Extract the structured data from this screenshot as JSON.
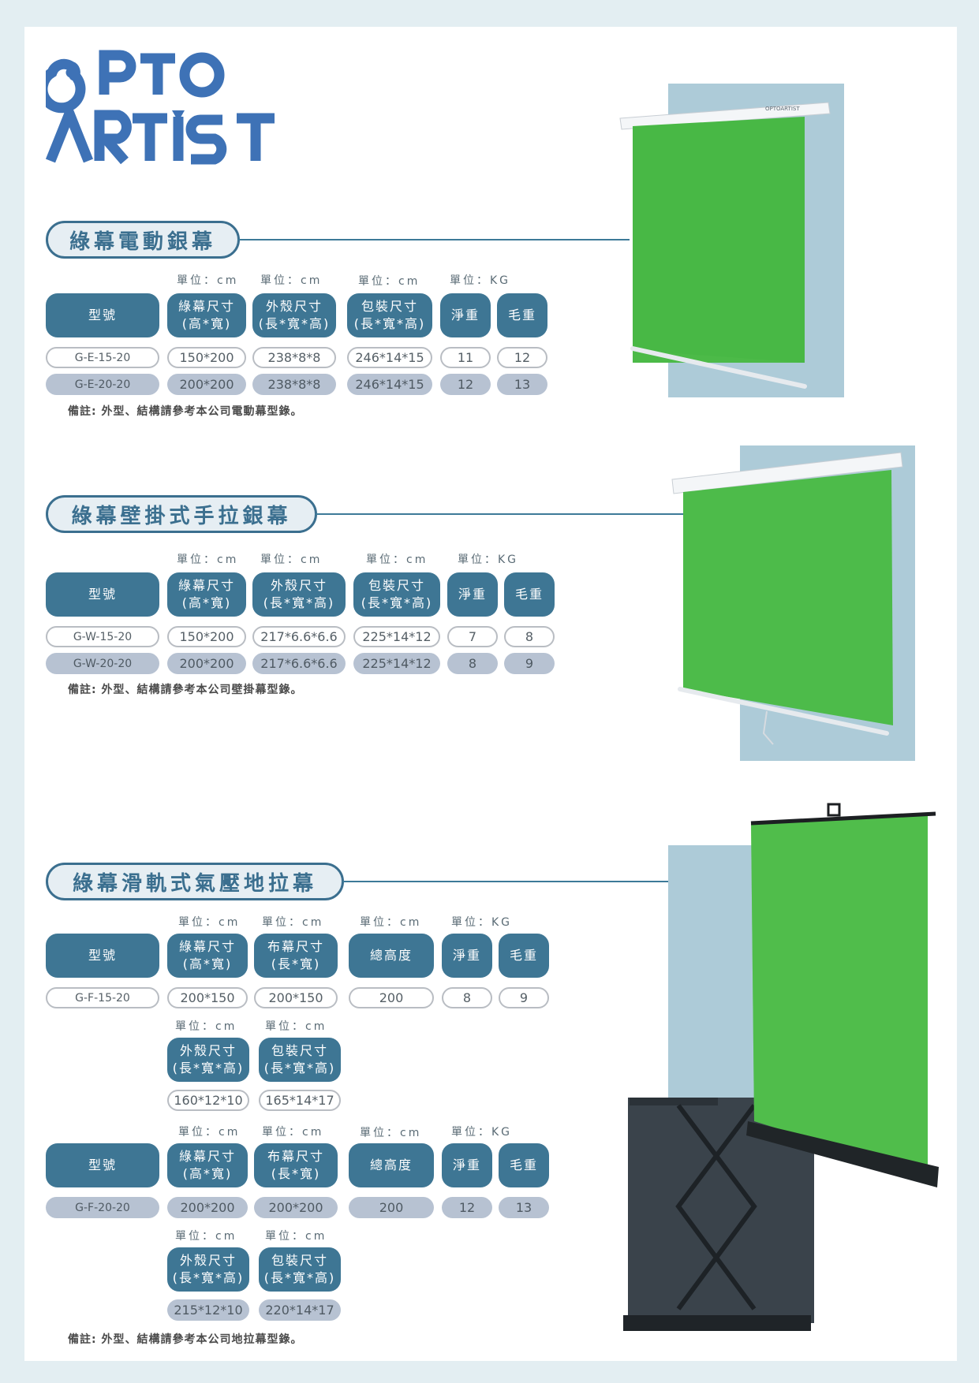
{
  "brand": {
    "line1": "OPTO",
    "line2": "ARTIST",
    "screen_label": "OPTOARTIST"
  },
  "colors": {
    "accent": "#3e7694",
    "title_border": "#3b6f8f",
    "screen_green": "#4dbb4a",
    "backdrop": "#adcbd8",
    "fill_cell": "#b7c2d2"
  },
  "sections": [
    {
      "title": "綠幕電動銀幕",
      "units": [
        "單位：cm",
        "單位：cm",
        "單位：cm",
        "單位：KG"
      ],
      "headers": [
        "型號",
        "綠幕尺寸\n(高*寬)",
        "外殼尺寸\n(長*寬*高)",
        "包裝尺寸\n(長*寬*高)",
        "淨重",
        "毛重"
      ],
      "rows": [
        [
          "G-E-15-20",
          "150*200",
          "238*8*8",
          "246*14*15",
          "11",
          "12"
        ],
        [
          "G-E-20-20",
          "200*200",
          "238*8*8",
          "246*14*15",
          "12",
          "13"
        ]
      ],
      "note": "備註: 外型、結構請參考本公司電動幕型錄。"
    },
    {
      "title": "綠幕壁掛式手拉銀幕",
      "units": [
        "單位：cm",
        "單位：cm",
        "單位：cm",
        "單位：KG"
      ],
      "headers": [
        "型號",
        "綠幕尺寸\n(高*寬)",
        "外殼尺寸\n(長*寬*高)",
        "包裝尺寸\n(長*寬*高)",
        "淨重",
        "毛重"
      ],
      "rows": [
        [
          "G-W-15-20",
          "150*200",
          "217*6.6*6.6",
          "225*14*12",
          "7",
          "8"
        ],
        [
          "G-W-20-20",
          "200*200",
          "217*6.6*6.6",
          "225*14*12",
          "8",
          "9"
        ]
      ],
      "note": "備註: 外型、結構請參考本公司壁掛幕型錄。"
    },
    {
      "title": "綠幕滑軌式氣壓地拉幕",
      "groups": [
        {
          "units": [
            "單位：cm",
            "單位：cm",
            "單位：cm",
            "單位：KG"
          ],
          "headers": [
            "型號",
            "綠幕尺寸\n(高*寬)",
            "布幕尺寸\n(長*寬)",
            "總高度",
            "淨重",
            "毛重"
          ],
          "row": [
            "G-F-15-20",
            "200*150",
            "200*150",
            "200",
            "8",
            "9"
          ],
          "sub_units": [
            "單位：cm",
            "單位：cm"
          ],
          "sub_headers": [
            "外殼尺寸\n(長*寬*高)",
            "包裝尺寸\n(長*寬*高)"
          ],
          "sub_row": [
            "160*12*10",
            "165*14*17"
          ]
        },
        {
          "units": [
            "單位：cm",
            "單位：cm",
            "單位：cm",
            "單位：KG"
          ],
          "headers": [
            "型號",
            "綠幕尺寸\n(高*寬)",
            "布幕尺寸\n(長*寬)",
            "總高度",
            "淨重",
            "毛重"
          ],
          "row": [
            "G-F-20-20",
            "200*200",
            "200*200",
            "200",
            "12",
            "13"
          ],
          "sub_units": [
            "單位：cm",
            "單位：cm"
          ],
          "sub_headers": [
            "外殼尺寸\n(長*寬*高)",
            "包裝尺寸\n(長*寬*高)"
          ],
          "sub_row": [
            "215*12*10",
            "220*14*17"
          ]
        }
      ],
      "note": "備註: 外型、結構請參考本公司地拉幕型錄。"
    }
  ]
}
